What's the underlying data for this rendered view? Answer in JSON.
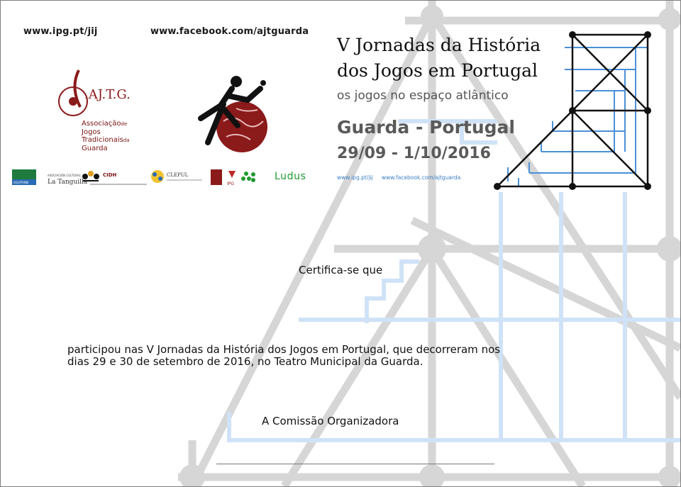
{
  "header": {
    "url_left": "www.ipg.pt/jij",
    "url_right": "www.facebook.com/ajtguarda"
  },
  "logos": {
    "ajtg_mark": ".AJ.T.G.",
    "ajtg_name": [
      {
        "main": "Associação",
        "small": "de"
      },
      {
        "main": "Jogos",
        "small": ""
      },
      {
        "main": "Tradicionais",
        "small": "da"
      },
      {
        "main": "Guarda",
        "small": ""
      }
    ],
    "partners": {
      "aquitaine": "AQUITAINE",
      "tanguilla_small": "ASOCIACIÓN CULTURAL",
      "tanguilla": "La Tanguilla",
      "cidh": "CIDH",
      "clepul": "CLEPUL",
      "ipg": "IPG",
      "ludus": "Ludus"
    }
  },
  "event": {
    "title_line1": "V Jornadas da História",
    "title_line2": "dos Jogos em Portugal",
    "subtitle": "os jogos no espaço atlântico",
    "location": "Guarda - Portugal",
    "dates": "29/09 - 1/10/2016",
    "link_ipg": "www.ipg.pt/jij",
    "link_facebook": "www.facebook.com/ajtguarda"
  },
  "certificate": {
    "intro": "Certifica-se que",
    "body_line1": "participou nas V Jornadas da História dos Jogos em Portugal, que decorreram nos",
    "body_line2": "dias 29 e 30 de setembro de 2016, no Teatro Municipal da Guarda.",
    "signature": "A Comissão Organizadora"
  },
  "colors": {
    "background_grey": "#d6d6d6",
    "accent_blue": "#4a90d9",
    "light_blue": "#cfe2f7",
    "logo_red": "#8b1a1a",
    "ludus_green": "#1e9a2f"
  }
}
